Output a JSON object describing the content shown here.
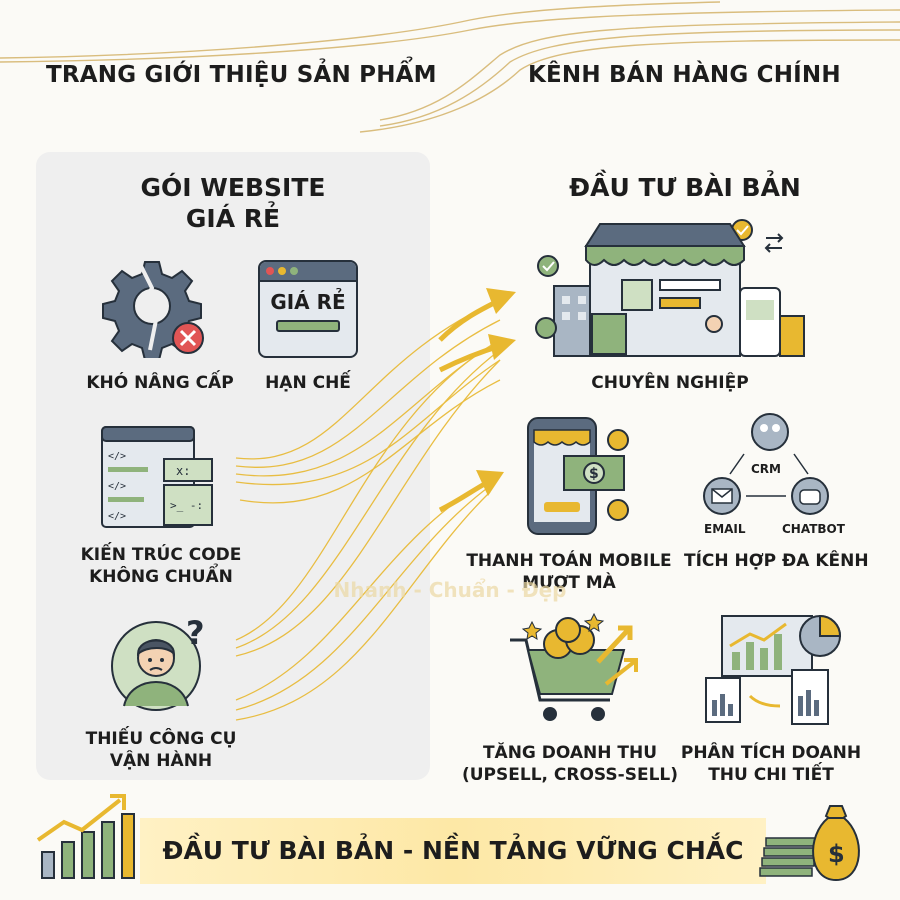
{
  "header": {
    "left_title": "TRANG GIỚI THIỆU SẢN PHẨM",
    "right_title": "KÊNH BÁN HÀNG CHÍNH"
  },
  "left_panel": {
    "title_line1": "GÓI WEBSITE",
    "title_line2": "GIÁ RẺ",
    "items": [
      {
        "label": "KHÓ NÂNG CẤP",
        "icon": "broken-gear-icon"
      },
      {
        "label": "HẠN CHẾ",
        "icon": "cheap-browser-icon",
        "icon_text": "GIÁ RẺ"
      },
      {
        "label_line1": "KIẾN TRÚC CODE",
        "label_line2": "KHÔNG CHUẨN",
        "icon": "code-window-icon"
      },
      {
        "label_line1": "THIẾU CÔNG CỤ",
        "label_line2": "VẬN HÀNH",
        "icon": "confused-person-icon"
      }
    ]
  },
  "right_panel": {
    "title": "ĐẦU TƯ BÀI BẢN",
    "items": [
      {
        "label": "CHUYÊN NGHIỆP",
        "icon": "online-store-icon"
      },
      {
        "label_line1": "THANH TOÁN MOBILE",
        "label_line2": "MƯỢT MÀ",
        "icon": "mobile-payment-icon"
      },
      {
        "label": "TÍCH HỢP ĐA KÊNH",
        "icon": "multichannel-icon",
        "nodes": [
          "CRM",
          "EMAIL",
          "CHATBOT"
        ]
      },
      {
        "label_line1": "TĂNG DOANH THU",
        "label_line2": "(UPSELL, CROSS-SELL)",
        "icon": "shopping-cart-icon"
      },
      {
        "label_line1": "PHÂN TÍCH DOANH",
        "label_line2": "THU CHI TIẾT",
        "icon": "analytics-icon"
      }
    ]
  },
  "banner": {
    "text": "ĐẦU TƯ BÀI BẢN - NỀN TẢNG VỮNG CHẮC"
  },
  "watermark": {
    "tagline": "Nhanh - Chuẩn - Đẹp"
  },
  "colors": {
    "gold": "#e8b830",
    "slate": "#5b6b7f",
    "green": "#8fb37c",
    "red": "#e15555",
    "panel": "#efefef"
  }
}
